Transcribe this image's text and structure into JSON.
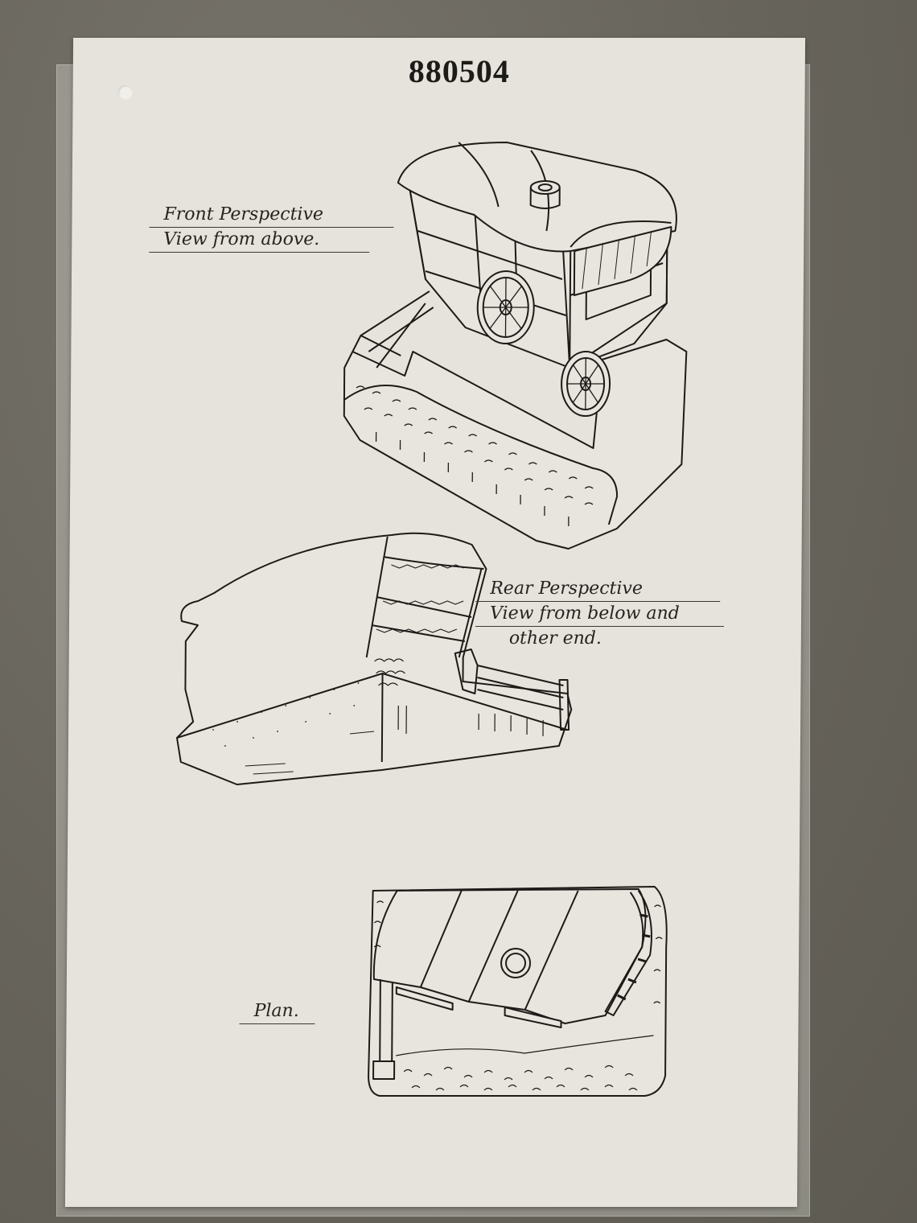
{
  "document": {
    "number": "880504",
    "colors": {
      "paper": "#e6e3dc",
      "ink": "#1d1b18",
      "background": "#67645b"
    }
  },
  "figures": [
    {
      "id": "front",
      "caption_lines": [
        "Front Perspective",
        "View from above."
      ]
    },
    {
      "id": "rear",
      "caption_lines": [
        "Rear Perspective",
        "View from below and",
        "other end."
      ]
    },
    {
      "id": "plan",
      "caption_lines": [
        "Plan."
      ]
    }
  ]
}
